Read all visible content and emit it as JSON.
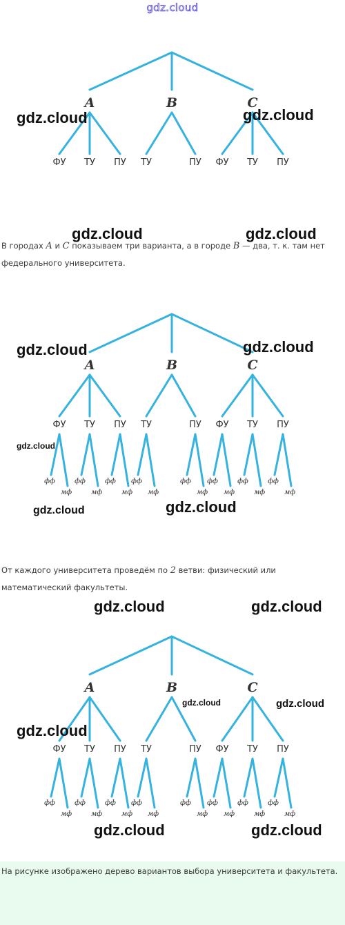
{
  "site_header": "gdz.cloud",
  "watermark": "gdz.cloud",
  "colors": {
    "edge": "#36b2de",
    "leaf_text": "#333333",
    "box_bg": "#e8fbee"
  },
  "tree": {
    "cities": [
      "A",
      "B",
      "C"
    ],
    "universities": {
      "A": [
        "ФУ",
        "ТУ",
        "ПУ"
      ],
      "B": [
        "ТУ",
        "ПУ"
      ],
      "C": [
        "ФУ",
        "ТУ",
        "ПУ"
      ]
    },
    "faculties": [
      "фф",
      "мф"
    ]
  },
  "paragraph1": {
    "part1": "В городах",
    "var1": "A",
    "part2": "и",
    "var2": "C",
    "part3": "показываем три варианта, а в городе",
    "var3": "B",
    "part4": "— два, т. к. там нет федерального университета."
  },
  "paragraph2": {
    "part1": "От каждого университета проведём по",
    "num": "2",
    "part2": "ветви: физический или математический факультеты."
  },
  "paragraph3": "На рисунке изображено дерево вариантов выбора университета и факультета."
}
